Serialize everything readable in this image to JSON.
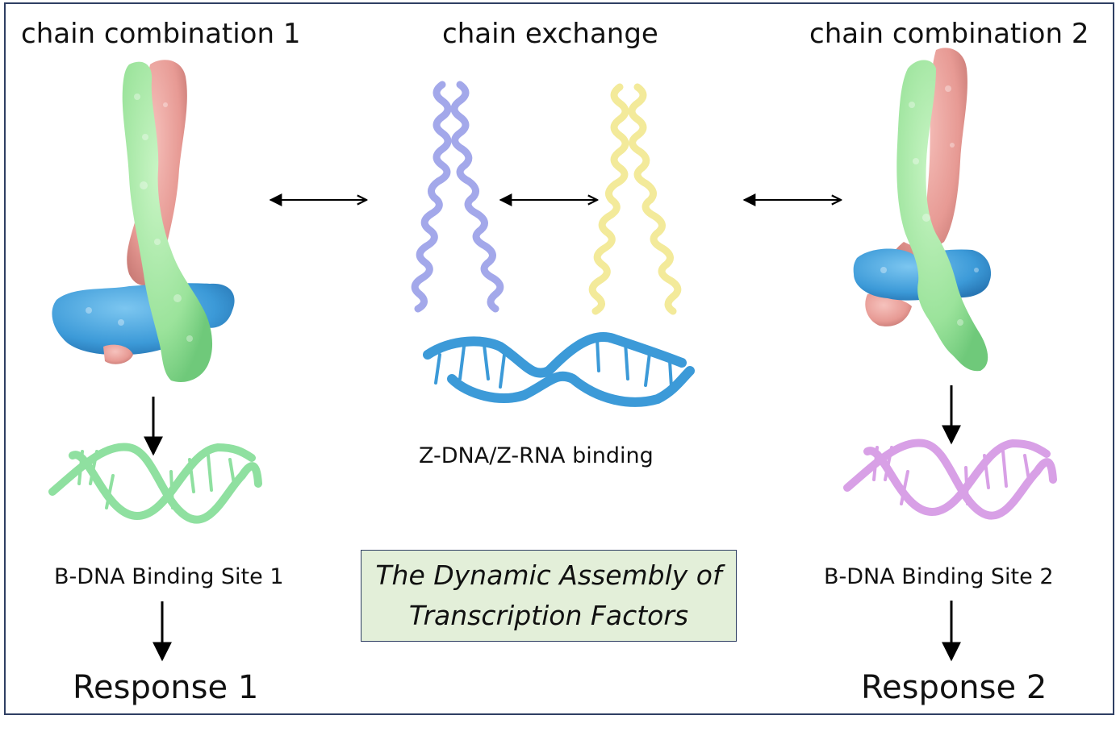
{
  "figure": {
    "title_box": {
      "line1": "The Dynamic Assembly of",
      "line2": "Transcription Factors"
    },
    "columns": [
      {
        "header": "chain combination 1",
        "structure": "protein surface: green + salmon chains bound to blue domain",
        "binding_site": "B-DNA  Binding Site 1",
        "dna_color": "#8fe0a0",
        "response": "Response 1"
      },
      {
        "header": "chain exchange",
        "helices": [
          "lavender coiled-coil",
          "yellow coiled-coil"
        ],
        "z_dna_label": "Z-DNA/Z-RNA binding",
        "dna_color": "#3a9ad9"
      },
      {
        "header": "chain combination 2",
        "structure": "protein surface: green + salmon chains bound to blue domain",
        "binding_site": "B-DNA  Binding Site 2",
        "dna_color": "#d8a0e6",
        "response": "Response 2"
      }
    ],
    "colors": {
      "green_chain": "#9be39b",
      "salmon_chain": "#e79a94",
      "blue_domain": "#3c9ad8",
      "lavender_helix": "#a3a8ea",
      "yellow_helix": "#f3ea9a",
      "title_box_fill": "#e3efd9",
      "frame_border": "#2f3f63"
    },
    "arrows": [
      {
        "name": "exchange-left",
        "type": "double"
      },
      {
        "name": "exchange-center",
        "type": "double"
      },
      {
        "name": "exchange-right",
        "type": "double"
      },
      {
        "name": "to-site-1",
        "type": "down"
      },
      {
        "name": "to-response-1",
        "type": "down"
      },
      {
        "name": "to-site-2",
        "type": "down"
      },
      {
        "name": "to-response-2",
        "type": "down"
      }
    ]
  }
}
